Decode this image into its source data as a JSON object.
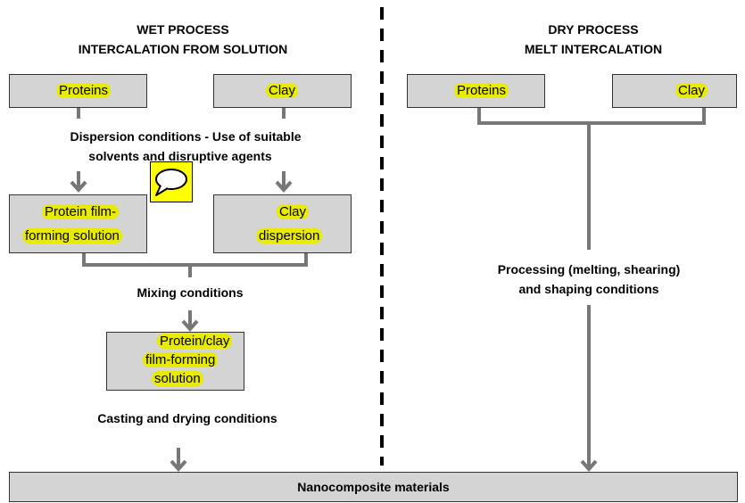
{
  "wet": {
    "title_line1": "WET PROCESS",
    "title_line2": "INTERCALATION FROM SOLUTION",
    "box_proteins": "Proteins",
    "box_clay": "Clay",
    "dispersion_line1": "Dispersion conditions - Use of suitable",
    "dispersion_line2": "solvents and disruptive agents",
    "film_solution_line1": "Protein film-",
    "film_solution_line2": "forming solution",
    "clay_dispersion_line1": "Clay",
    "clay_dispersion_line2": "dispersion",
    "mixing": "Mixing conditions",
    "protein_clay_line1": "Protein/clay",
    "protein_clay_line2": "film-forming",
    "protein_clay_line3": "solution",
    "casting": "Casting and drying conditions"
  },
  "dry": {
    "title_line1": "DRY PROCESS",
    "title_line2": "MELT INTERCALATION",
    "box_proteins": "Proteins",
    "box_clay": "Clay",
    "processing_line1": "Processing (melting, shearing)",
    "processing_line2": "and shaping conditions"
  },
  "result": "Nanocomposite materials",
  "icons": {
    "comment": "speech-bubble-icon"
  },
  "colors": {
    "box_fill": "#d4d4d4",
    "highlight": "#e8ea00",
    "line": "#777777"
  }
}
